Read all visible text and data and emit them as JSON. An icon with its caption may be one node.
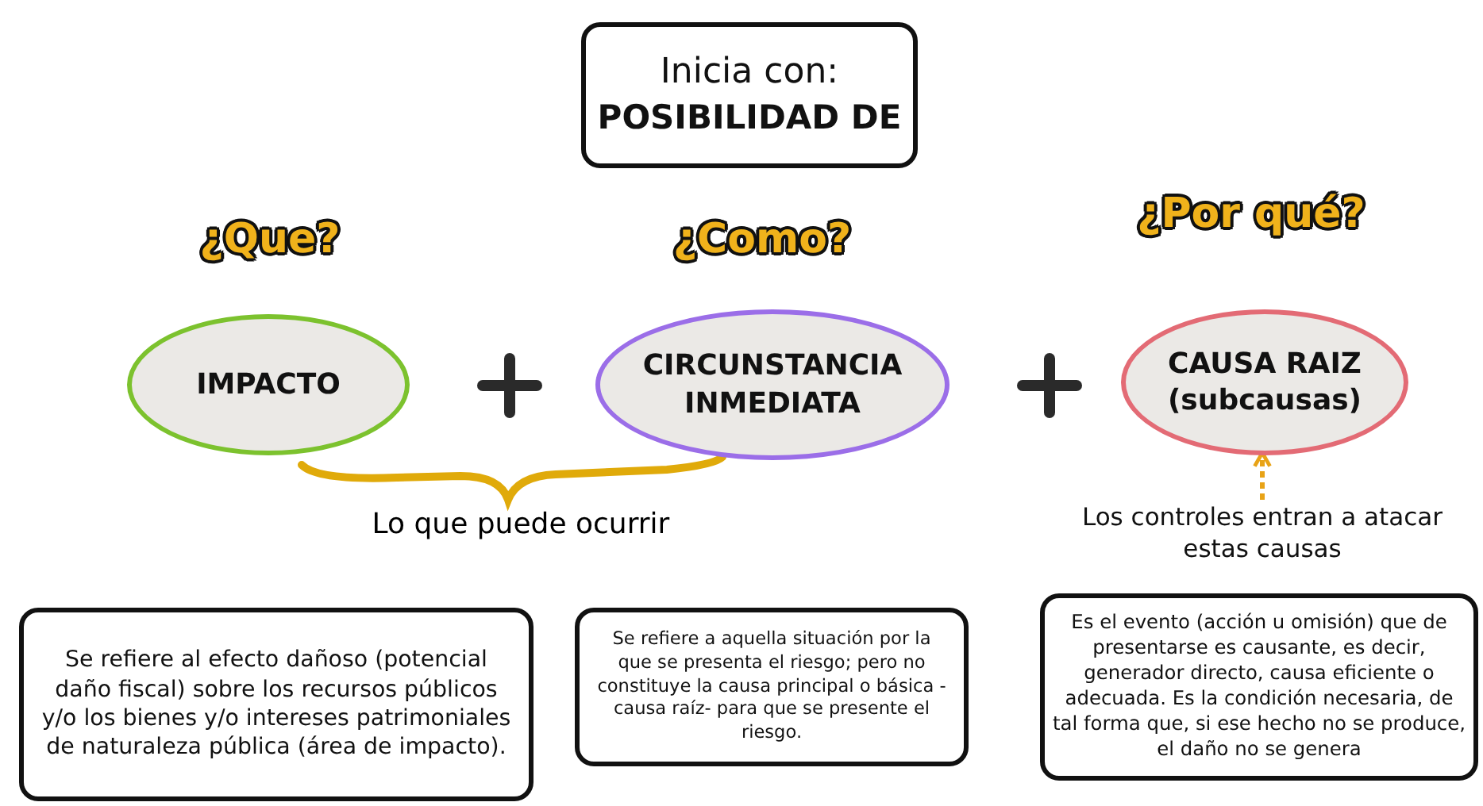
{
  "diagram": {
    "nodes": [
      {
        "text": [
          "Inicia con:",
          "POSIBILIDAD DE"
        ]
      },
      {
        "text": [
          "IMPACTO"
        ]
      },
      {
        "text": [
          "CIRCUNSTANCIA INMEDIATA"
        ]
      },
      {
        "text": [
          "CAUSA RAIZ (subcausas)"
        ]
      },
      {
        "text": [
          "Los controles entran a atacar estas causas"
        ]
      },
      {
        "text": [
          "Se refiere al efecto dañoso (potencial daño fiscal) sobre los recursos públicos y/o los bienes y/o intereses patrimoniales de naturaleza pública (área de impacto)."
        ]
      },
      {
        "text": [
          "Se refiere a aquella situación por la que se presenta el riesgo; pero no constituye la causa principal o básica -causa raíz- para que se presente el riesgo."
        ]
      },
      {
        "text": [
          "Es el evento (acción u omisión) que de presentarse es causante, es decir, generador directo, causa eficiente o adecuada. Es la condición necesaria, de tal forma que, si ese hecho no se produce, el daño no se genera"
        ]
      }
    ],
    "edges": [
      {
        "from": 4,
        "to": 3,
        "arrow": "to",
        "style": "dashed",
        "color": "#e8a317"
      }
    ],
    "labels": [
      "¿Que?",
      "¿Como?",
      "¿Por qué?",
      "Lo que puede ocurrir"
    ]
  }
}
